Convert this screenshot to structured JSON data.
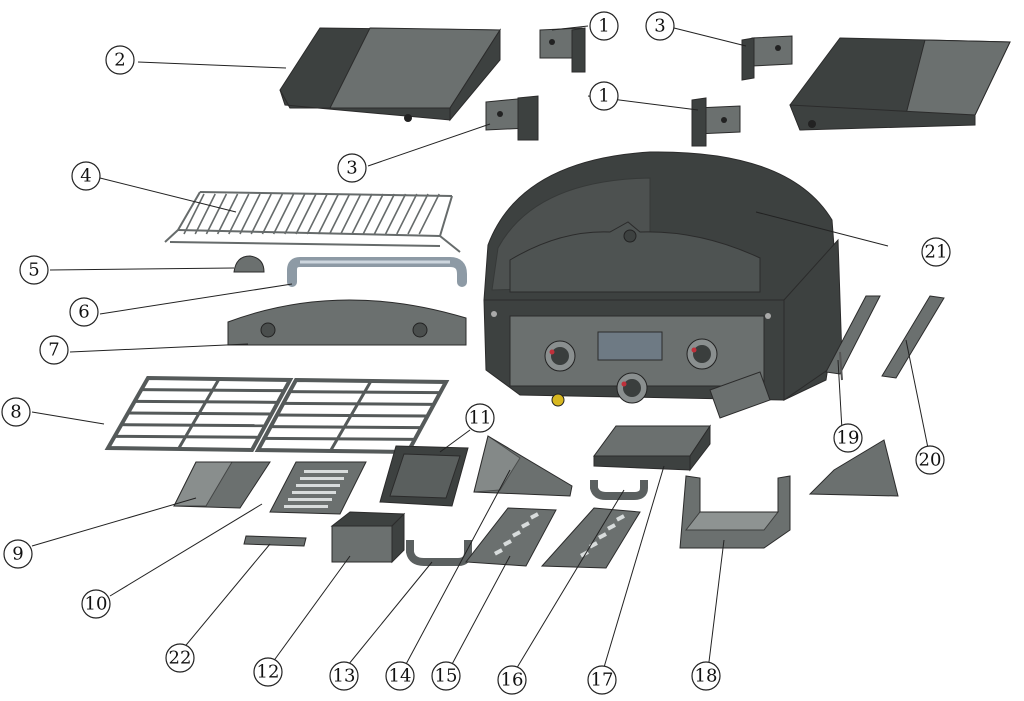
{
  "callouts": [
    {
      "id": "c1a",
      "label": "1"
    },
    {
      "id": "c1b",
      "label": "1"
    },
    {
      "id": "c2",
      "label": "2"
    },
    {
      "id": "c3a",
      "label": "3"
    },
    {
      "id": "c3b",
      "label": "3"
    },
    {
      "id": "c4",
      "label": "4"
    },
    {
      "id": "c5",
      "label": "5"
    },
    {
      "id": "c6",
      "label": "6"
    },
    {
      "id": "c7",
      "label": "7"
    },
    {
      "id": "c8",
      "label": "8"
    },
    {
      "id": "c9",
      "label": "9"
    },
    {
      "id": "c10",
      "label": "10"
    },
    {
      "id": "c11",
      "label": "11"
    },
    {
      "id": "c12",
      "label": "12"
    },
    {
      "id": "c13",
      "label": "13"
    },
    {
      "id": "c14",
      "label": "14"
    },
    {
      "id": "c15",
      "label": "15"
    },
    {
      "id": "c16",
      "label": "16"
    },
    {
      "id": "c17",
      "label": "17"
    },
    {
      "id": "c18",
      "label": "18"
    },
    {
      "id": "c19",
      "label": "19"
    },
    {
      "id": "c20",
      "label": "20"
    },
    {
      "id": "c21",
      "label": "21"
    },
    {
      "id": "c22",
      "label": "22"
    }
  ],
  "colors": {
    "part_dark": "#3d4140",
    "part_mid": "#6b706f",
    "part_light": "#9ea3a2",
    "knob_accent": "#c0303a",
    "regulator": "#d8b820"
  }
}
